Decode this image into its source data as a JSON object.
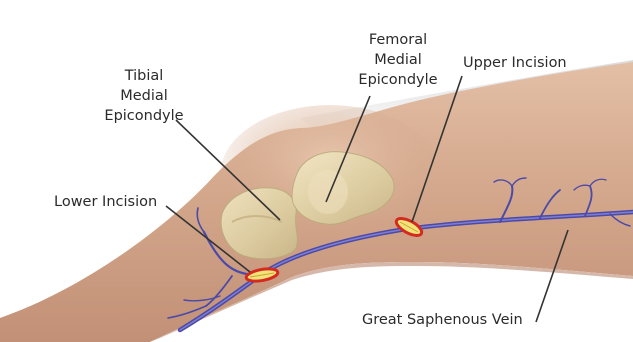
{
  "labels": {
    "tibial_epicondyle": [
      "Tibial",
      "Medial",
      "Epicondyle"
    ],
    "femoral_epicondyle": [
      "Femoral",
      "Medial",
      "Epicondyle"
    ],
    "upper_incision": "Upper Incision",
    "lower_incision": "Lower Incision",
    "saphenous_vein": "Great Saphenous Vein"
  },
  "colors": {
    "background": "#ffffff",
    "skin": "#d4a88c",
    "skin_shadow": "#b98872",
    "bone": "#e6dcb0",
    "vein": "#4b4aa8",
    "incision_outline": "#d42a20",
    "incision_fill": "#f2e27a",
    "leader_line": "#333333"
  }
}
